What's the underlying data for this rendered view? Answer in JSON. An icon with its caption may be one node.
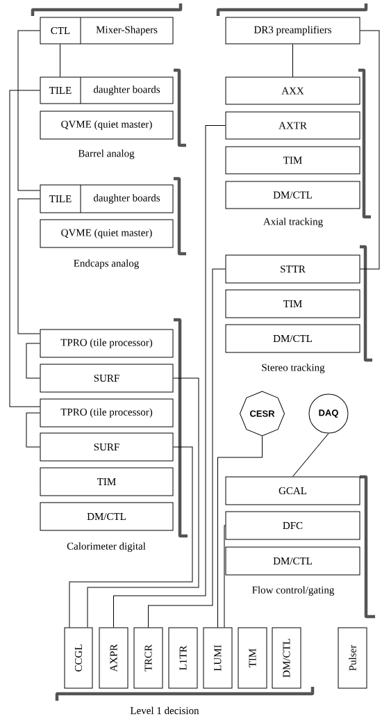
{
  "diagram": {
    "nodes": [
      {
        "text": [
          "CTL",
          "Mixer-Shapers"
        ]
      },
      {
        "text": [
          "DR3 preamplifiers"
        ]
      },
      {
        "text": [
          "TILE",
          "daughter boards"
        ]
      },
      {
        "text": [
          "AXX"
        ]
      },
      {
        "text": [
          "QVME (quiet master)"
        ]
      },
      {
        "text": [
          "AXTR"
        ]
      },
      {
        "text": [
          "TIM"
        ]
      },
      {
        "text": [
          "DM/CTL"
        ]
      },
      {
        "text": [
          "TILE",
          "daughter boards"
        ]
      },
      {
        "text": [
          "QVME (quiet master)"
        ]
      },
      {
        "text": [
          "STTR"
        ]
      },
      {
        "text": [
          "TIM"
        ]
      },
      {
        "text": [
          "DM/CTL"
        ]
      },
      {
        "text": [
          "TPRO (tile processor)"
        ]
      },
      {
        "text": [
          "SURF"
        ]
      },
      {
        "text": [
          "TPRO (tile processor)"
        ]
      },
      {
        "text": [
          "SURF"
        ]
      },
      {
        "text": [
          "CESR"
        ]
      },
      {
        "text": [
          "DAQ"
        ]
      },
      {
        "text": [
          "TIM"
        ]
      },
      {
        "text": [
          "GCAL"
        ]
      },
      {
        "text": [
          "DM/CTL"
        ]
      },
      {
        "text": [
          "DFC"
        ]
      },
      {
        "text": [
          "DM/CTL"
        ]
      },
      {
        "text": [
          "CCGL"
        ]
      },
      {
        "text": [
          "AXPR"
        ]
      },
      {
        "text": [
          "TRCR"
        ]
      },
      {
        "text": [
          "L1TR"
        ]
      },
      {
        "text": [
          "LUMI"
        ]
      },
      {
        "text": [
          "TIM"
        ]
      },
      {
        "text": [
          "DM/CTL"
        ]
      },
      {
        "text": [
          "Pulser"
        ]
      }
    ],
    "edges": [
      {
        "from": 0,
        "to": 8,
        "arrow": "none"
      },
      {
        "from": 0,
        "to": 2,
        "arrow": "none"
      },
      {
        "from": 2,
        "to": 15,
        "arrow": "none"
      },
      {
        "from": 8,
        "to": 13,
        "arrow": "none"
      },
      {
        "from": 13,
        "to": 14,
        "arrow": "none"
      },
      {
        "from": 15,
        "to": 16,
        "arrow": "none"
      },
      {
        "from": 14,
        "to": 24,
        "arrow": "none"
      },
      {
        "from": 16,
        "to": 24,
        "arrow": "none"
      },
      {
        "from": 5,
        "to": 25,
        "arrow": "none"
      },
      {
        "from": 10,
        "to": 26,
        "arrow": "none"
      },
      {
        "from": 17,
        "to": 28,
        "arrow": "none"
      },
      {
        "from": 22,
        "to": 28,
        "arrow": "none"
      },
      {
        "from": 1,
        "to": 3,
        "arrow": "none"
      },
      {
        "from": 1,
        "to": 10,
        "arrow": "none"
      },
      {
        "from": 18,
        "to": 20,
        "arrow": "none"
      }
    ],
    "labels": [
      "Barrel analog",
      "Axial tracking",
      "Endcaps analog",
      "Stereo tracking",
      "Calorimeter digital",
      "Flow control/gating",
      "Level 1 decision"
    ]
  }
}
